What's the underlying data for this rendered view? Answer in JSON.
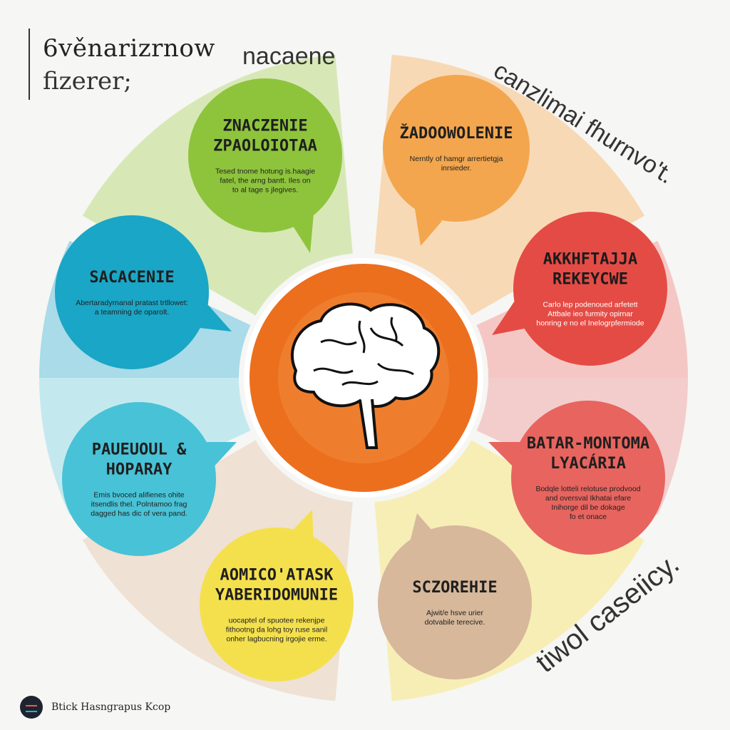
{
  "title": {
    "line1": "6věnarizrnow",
    "line2": "fizerer;"
  },
  "outer_labels": {
    "top": "nacaene",
    "top_right": "canzlimai fhurnvo't.",
    "bottom_right": "tiwol caseiicy."
  },
  "center": {
    "icon": "brain-icon",
    "color": "#ec6f1e"
  },
  "segments": [
    {
      "id": "top-left",
      "title": [
        "ZNACZENIE",
        "ZPAOLOIOTAA"
      ],
      "desc": [
        "Tesed tnome hotung is.haagie",
        "fatel, the arng bantt. Iles on",
        "to al tage s jlegives."
      ],
      "bubble": "#8ec43c",
      "wedge": "#d7e8b6",
      "text_color": "#222222"
    },
    {
      "id": "top-right",
      "title": [
        "ŽADOOWOLENIE"
      ],
      "desc": [
        "Nerntly of hamgr arrertietgja",
        "inrsieder."
      ],
      "bubble": "#f3a64d",
      "wedge": "#f8d9b5",
      "text_color": "#222222"
    },
    {
      "id": "right-upper",
      "title": [
        "AKKHFTAJJA",
        "REKEYCWE"
      ],
      "desc": [
        "Carlo lep podenoued arfetett",
        "Attbale ieo furmity opirnar",
        "honring e no el Inelogrpfermiode"
      ],
      "bubble": "#e54b45",
      "wedge": "#f5c7c4",
      "text_color": "#ffffff"
    },
    {
      "id": "right-lower",
      "title": [
        "BATAR-MONTOMA",
        "LYACÁRIA"
      ],
      "desc": [
        "Bodqle lotteli relotuse prodvood",
        "and oversval Ikhatai efare",
        "Inihorge dil be dokage",
        "fo et onace"
      ],
      "bubble": "#e8645f",
      "wedge": "#f3cccc",
      "text_color": "#222222"
    },
    {
      "id": "bottom-right",
      "title": [
        "SCZOREHIE"
      ],
      "desc": [
        "Ajwit/e hsve urier",
        "dotvabile terecive."
      ],
      "bubble": "#d7b89b",
      "wedge": "#efe1d3",
      "text_color": "#222222"
    },
    {
      "id": "bottom-left",
      "title": [
        "AOMICO'ATASK",
        "YABERIDOMUNIE"
      ],
      "desc": [
        "uocaptel of spuotee rekenjpe",
        "fithootng da lohg toy ruse sanil",
        "onher lagbucning irgojie erme."
      ],
      "bubble": "#f4e04d",
      "wedge": "#f7eeb6",
      "text_color": "#222222"
    },
    {
      "id": "left-lower",
      "title": [
        "PAUEUOUL &",
        "HOPARAY"
      ],
      "desc": [
        "Emis bvoced alifienes ohite",
        "itsendlis thel. Polntamoo frag",
        "dagged has dic of vera pand."
      ],
      "bubble": "#48c2d6",
      "wedge": "#c3e9ef",
      "text_color": "#222222"
    },
    {
      "id": "left-upper",
      "title": [
        "SACACENIE"
      ],
      "desc": [
        "Abertaradyrnanal pratast trtllowet:",
        "a teamning de oparolt."
      ],
      "bubble": "#1aa6c6",
      "wedge": "#a9dbe8",
      "text_color": "#222222"
    }
  ],
  "footer": {
    "text": "Btick Hasngrapus Kcop"
  }
}
